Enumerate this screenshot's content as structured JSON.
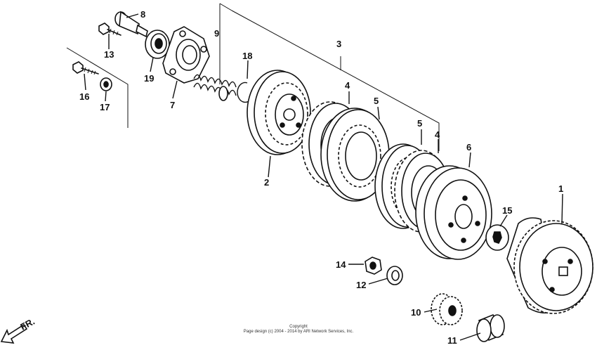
{
  "parts": [
    {
      "num": "1"
    },
    {
      "num": "2"
    },
    {
      "num": "3"
    },
    {
      "num": "4"
    },
    {
      "num": "4b",
      "text": "4"
    },
    {
      "num": "5"
    },
    {
      "num": "5b",
      "text": "5"
    },
    {
      "num": "6"
    },
    {
      "num": "7"
    },
    {
      "num": "8"
    },
    {
      "num": "9"
    },
    {
      "num": "10"
    },
    {
      "num": "11"
    },
    {
      "num": "12"
    },
    {
      "num": "13"
    },
    {
      "num": "14"
    },
    {
      "num": "15"
    },
    {
      "num": "16"
    },
    {
      "num": "17"
    },
    {
      "num": "18"
    },
    {
      "num": "19"
    }
  ],
  "labels": {
    "p1": "1",
    "p2": "2",
    "p3": "3",
    "p4a": "4",
    "p4b": "4",
    "p5a": "5",
    "p5b": "5",
    "p6": "6",
    "p7": "7",
    "p8": "8",
    "p9": "9",
    "p10": "10",
    "p11": "11",
    "p12": "12",
    "p13": "13",
    "p14": "14",
    "p15": "15",
    "p16": "16",
    "p17": "17",
    "p18": "18",
    "p19": "19"
  },
  "direction_label": "FR.",
  "copyright": {
    "line1": "Copyright",
    "line2": "Page design (c) 2004 - 2014 by ARI Network Services, Inc."
  }
}
